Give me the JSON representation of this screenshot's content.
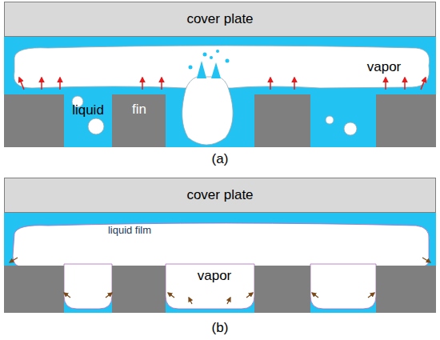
{
  "diagram": {
    "nodes": [
      {
        "text": [
          "cover plate"
        ]
      },
      {
        "text": [
          "cover plate"
        ]
      }
    ],
    "labels": [
      "vapor",
      "liquid",
      "fin",
      "(a)",
      "liquid film",
      "vapor",
      "(b)"
    ]
  }
}
